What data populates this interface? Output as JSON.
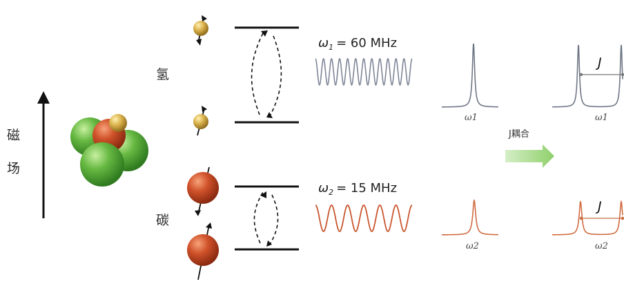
{
  "field_label": [
    "磁",
    "场"
  ],
  "hydrogen_label": "氢",
  "carbon_label": "碳",
  "hydrogen_freq": {
    "symbol": "ω",
    "sub": "1",
    "rest": "= 60 MHz"
  },
  "carbon_freq": {
    "symbol": "ω",
    "sub": "2",
    "rest": "= 15 MHz"
  },
  "spectra": {
    "h_single_label": "ω1",
    "h_split_label": "ω1",
    "c_single_label": "ω2",
    "c_split_label": "ω2",
    "j_label_top": "J",
    "j_label_bottom": "J"
  },
  "coupling_label": "J耦合",
  "colors": {
    "hydrogen_wave": "#7d8596",
    "carbon_wave": "#c8552d",
    "hydrogen_spin": "#d7b24a",
    "carbon_spin": "#c84a22",
    "molecule_green": "#5fb640",
    "arrow_green": "#8fd06a"
  }
}
